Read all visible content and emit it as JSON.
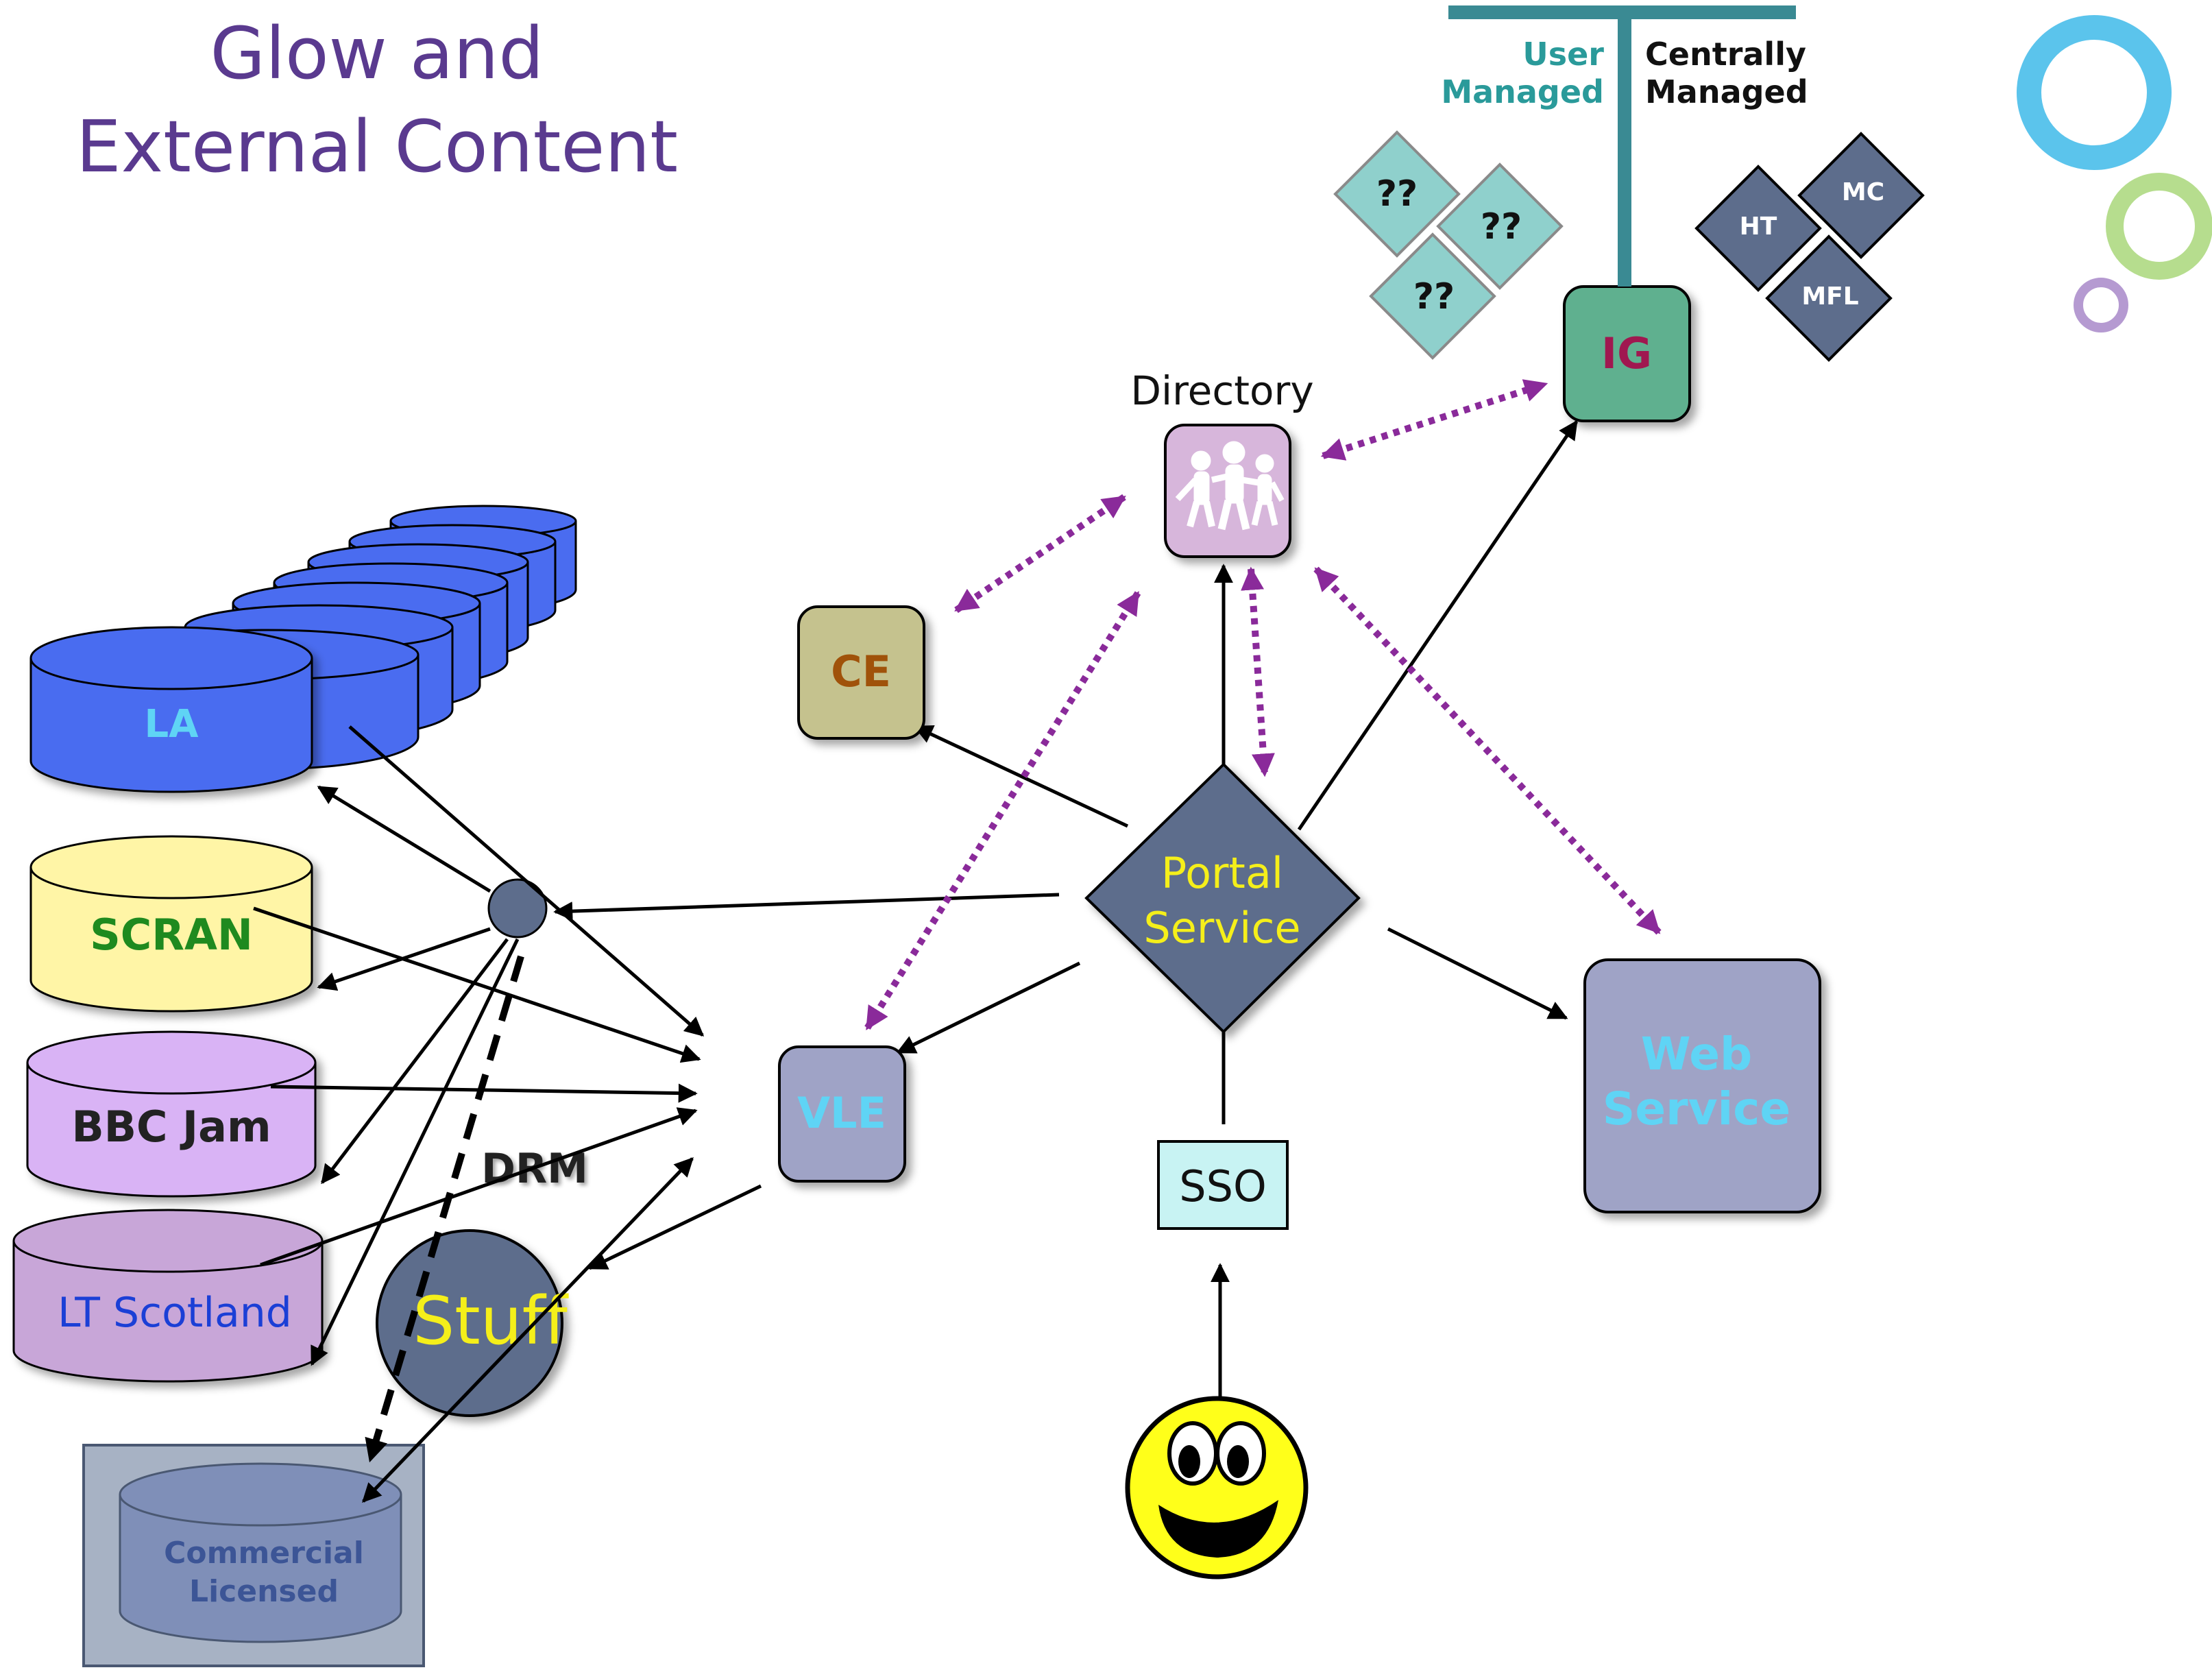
{
  "title_line1": "Glow and",
  "title_line2": "External Content",
  "nodes": {
    "la": "LA",
    "scran": "SCRAN",
    "bbc": "BBC Jam",
    "lts": "LT Scotland",
    "commercial_line1": "Commercial",
    "commercial_line2": "Licensed",
    "stuff": "Stuff",
    "drm": "DRM",
    "ce": "CE",
    "vle": "VLE",
    "portal_line1": "Portal",
    "portal_line2": "Service",
    "sso": "SSO",
    "web_line1": "Web",
    "web_line2": "Service",
    "directory": "Directory",
    "ig": "IG"
  },
  "legend": {
    "user_line1": "User",
    "user_line2": "Managed",
    "central_line1": "Centrally",
    "central_line2": "Managed"
  },
  "user_groups": [
    "??",
    "??",
    "??"
  ],
  "central_groups": [
    "MC",
    "HT",
    "MFL"
  ],
  "colors": {
    "title": "#5a3a8f",
    "la": "#4a6cf0",
    "scran": "#fff5a6",
    "bbc": "#d9b3f5",
    "lts": "#c8a6d8",
    "commercial": "#7f8fb8",
    "slate": "#5d6d8c",
    "ce": "#c5c28e",
    "vle": "#9fa3c6",
    "web": "#9fa3c6",
    "directory": "#d7b6db",
    "ig": "#5fb08f",
    "user_diamond": "#8fd0cc",
    "teal": "#3a8a93",
    "purple_arrow": "#8a2a9a"
  },
  "icons": [
    "people-icon",
    "smiley-icon",
    "decorative-rings"
  ]
}
